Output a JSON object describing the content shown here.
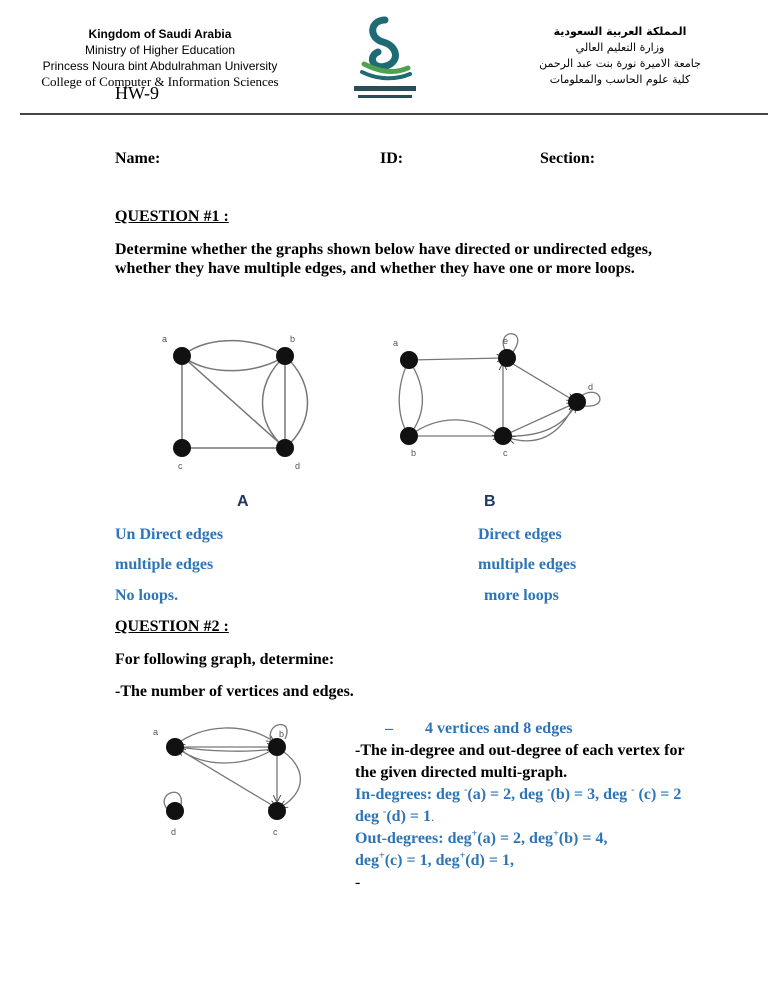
{
  "header": {
    "left": {
      "line1": "Kingdom of Saudi Arabia",
      "line2": "Ministry of Higher Education",
      "line3": "Princess Noura bint  Abdulrahman University",
      "line4": "College of Computer & Information Sciences",
      "hw": "HW-9"
    },
    "right": {
      "line1": "المملكة العربية السعودية",
      "line2": "وزارة التعليم العالي",
      "line3": "جامعة الاميرة نورة بنت عبد الرحمن",
      "line4": "كلية علوم الحاسب والمعلومات"
    },
    "logo_icon": "university-logo"
  },
  "form": {
    "name_label": "Name:",
    "id_label": "ID:",
    "section_label": "Section:"
  },
  "q1": {
    "title": "QUESTION #1 :",
    "text": "Determine whether the graphs shown below have directed or undirected edges, whether they have multiple edges, and whether they have one or more loops.",
    "graphA": {
      "label": "A",
      "vertices": [
        "a",
        "b",
        "c",
        "d"
      ],
      "answers": [
        "Un Direct edges",
        "multiple edges",
        "No loops."
      ]
    },
    "graphB": {
      "label": "B",
      "vertices": [
        "a",
        "e",
        "d",
        "b",
        "c"
      ],
      "answers": [
        "Direct edges",
        "multiple edges",
        "more loops"
      ]
    }
  },
  "q2": {
    "title": "QUESTION #2 :",
    "intro": "For following graph, determine:",
    "item1": "-The number of vertices and edges.",
    "answer1_dash": "–",
    "answer1": "4 vertices and  8 edges",
    "item2": "-The in-degree and out-degree of each vertex for the given directed multi-graph.",
    "indeg_1": "In-degrees: deg ",
    "indeg_2": "(a) = 2, deg ",
    "indeg_3": "(b) = 3, deg ",
    "indeg_4": "(c) = 2 deg ",
    "indeg_5": "(d) = 1",
    "indeg_end": ".",
    "minus": "-",
    "outdeg_1": "Out-degrees: deg",
    "outdeg_2": "(a) = 2, deg",
    "outdeg_3": "(b) = 4,",
    "outdeg_4": "deg",
    "outdeg_5": "(c) = 1, deg",
    "outdeg_6": "(d) = 1,",
    "plus": "+",
    "trailing_dash": "-",
    "graph": {
      "vertices": [
        "a",
        "b",
        "d",
        "c"
      ]
    }
  }
}
